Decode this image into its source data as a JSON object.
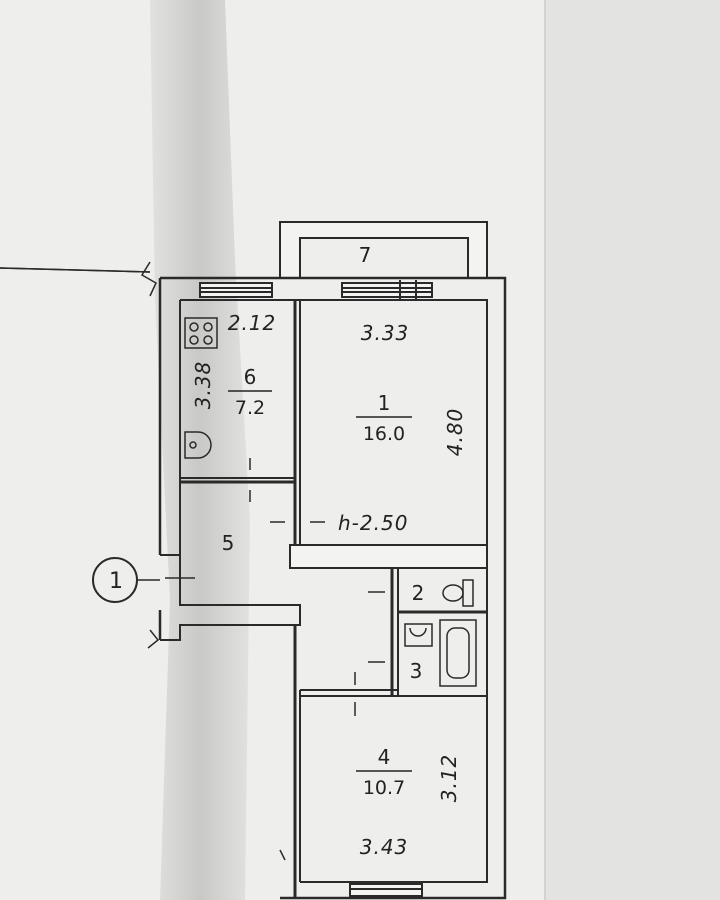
{
  "plan": {
    "rooms": [
      {
        "id": "1",
        "area": "16.0",
        "width": "3.33",
        "length": "4.80"
      },
      {
        "id": "2"
      },
      {
        "id": "3"
      },
      {
        "id": "4",
        "area": "10.7",
        "width": "3.43",
        "length": "3.12"
      },
      {
        "id": "5"
      },
      {
        "id": "6",
        "area": "7.2",
        "width": "2.12",
        "length": "3.38"
      },
      {
        "id": "7"
      }
    ],
    "ceiling_height": "h-2.50",
    "axis_marker": "1"
  },
  "colors": {
    "paper": "#f1f1ef",
    "line": "#2a2a2a",
    "shadow": "#8f8f8c"
  },
  "icons": [
    "stove-icon",
    "sink-icon",
    "toilet-icon",
    "bathtub-icon",
    "window-icon",
    "door-icon"
  ]
}
